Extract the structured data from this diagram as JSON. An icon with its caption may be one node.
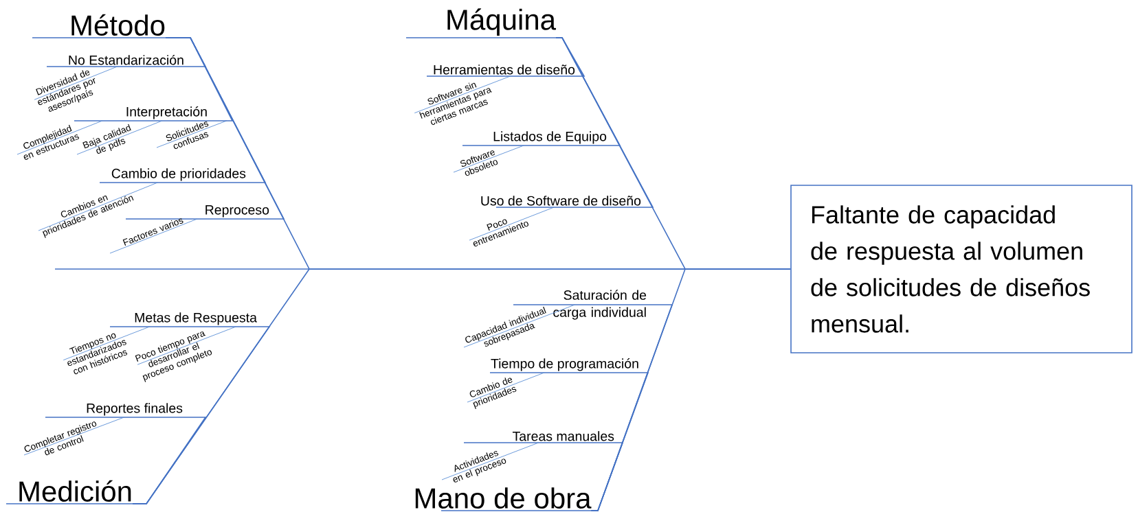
{
  "diagram": {
    "nodes": [
      {
        "text": [
          "Método"
        ]
      },
      {
        "text": [
          "No Estandarización"
        ]
      },
      {
        "text": [
          "Diversidad de estándares por asesor/país"
        ]
      },
      {
        "text": [
          "Interpretación"
        ]
      },
      {
        "text": [
          "Complejidad en estructuras"
        ]
      },
      {
        "text": [
          "Baja calidad de pdfs"
        ]
      },
      {
        "text": [
          "Solicitudes confusas"
        ]
      },
      {
        "text": [
          "Cambio de prioridades"
        ]
      },
      {
        "text": [
          "Cambios en prioridades de atención"
        ]
      },
      {
        "text": [
          "Reproceso"
        ]
      },
      {
        "text": [
          "Factores varios"
        ]
      },
      {
        "text": [
          "Máquina"
        ]
      },
      {
        "text": [
          "Herramientas de diseño"
        ]
      },
      {
        "text": [
          "Software sin herramientas para ciertas marcas"
        ]
      },
      {
        "text": [
          "Listados de Equipo"
        ]
      },
      {
        "text": [
          "Software obsoleto"
        ]
      },
      {
        "text": [
          "Uso de Software de diseño"
        ]
      },
      {
        "text": [
          "Poco entrenamiento"
        ]
      },
      {
        "text": [
          "Medición"
        ]
      },
      {
        "text": [
          "Metas de Respuesta"
        ]
      },
      {
        "text": [
          "Tiempos no estandarizados con históricos"
        ]
      },
      {
        "text": [
          "Poco tiempo para desarrollar el proceso completo"
        ]
      },
      {
        "text": [
          "Reportes finales"
        ]
      },
      {
        "text": [
          "Completar registro de control"
        ]
      },
      {
        "text": [
          "Mano de obra"
        ]
      },
      {
        "text": [
          "Saturación de carga individual"
        ]
      },
      {
        "text": [
          "Capacidad individual sobrepasada"
        ]
      },
      {
        "text": [
          "Tiempo de programación"
        ]
      },
      {
        "text": [
          "Cambio de prioridades"
        ]
      },
      {
        "text": [
          "Tareas manuales"
        ]
      },
      {
        "text": [
          "Actividades en el proceso"
        ]
      },
      {
        "text": [
          "Faltante de capacidad de respuesta al volumen de solicitudes de diseños mensual."
        ]
      }
    ],
    "edges": [
      {
        "from": 2,
        "to": 1,
        "arrow": "none"
      },
      {
        "from": 4,
        "to": 3,
        "arrow": "none"
      },
      {
        "from": 5,
        "to": 3,
        "arrow": "none"
      },
      {
        "from": 6,
        "to": 3,
        "arrow": "none"
      },
      {
        "from": 8,
        "to": 7,
        "arrow": "none"
      },
      {
        "from": 10,
        "to": 9,
        "arrow": "none"
      },
      {
        "from": 13,
        "to": 12,
        "arrow": "none"
      },
      {
        "from": 15,
        "to": 14,
        "arrow": "none"
      },
      {
        "from": 17,
        "to": 16,
        "arrow": "none"
      },
      {
        "from": 20,
        "to": 19,
        "arrow": "none"
      },
      {
        "from": 21,
        "to": 19,
        "arrow": "none"
      },
      {
        "from": 23,
        "to": 22,
        "arrow": "none"
      },
      {
        "from": 26,
        "to": 25,
        "arrow": "none"
      },
      {
        "from": 28,
        "to": 27,
        "arrow": "none"
      },
      {
        "from": 30,
        "to": 29,
        "arrow": "none"
      },
      {
        "from": 1,
        "to": 0,
        "arrow": "none"
      },
      {
        "from": 3,
        "to": 0,
        "arrow": "none"
      },
      {
        "from": 7,
        "to": 0,
        "arrow": "none"
      },
      {
        "from": 9,
        "to": 0,
        "arrow": "none"
      },
      {
        "from": 12,
        "to": 11,
        "arrow": "none"
      },
      {
        "from": 14,
        "to": 11,
        "arrow": "none"
      },
      {
        "from": 16,
        "to": 11,
        "arrow": "none"
      },
      {
        "from": 19,
        "to": 18,
        "arrow": "none"
      },
      {
        "from": 22,
        "to": 18,
        "arrow": "none"
      },
      {
        "from": 25,
        "to": 24,
        "arrow": "none"
      },
      {
        "from": 27,
        "to": 24,
        "arrow": "none"
      },
      {
        "from": 29,
        "to": 24,
        "arrow": "none"
      },
      {
        "from": 0,
        "to": 31,
        "arrow": "none"
      },
      {
        "from": 11,
        "to": 31,
        "arrow": "none"
      },
      {
        "from": 18,
        "to": 31,
        "arrow": "none"
      },
      {
        "from": 24,
        "to": 31,
        "arrow": "none"
      }
    ]
  }
}
